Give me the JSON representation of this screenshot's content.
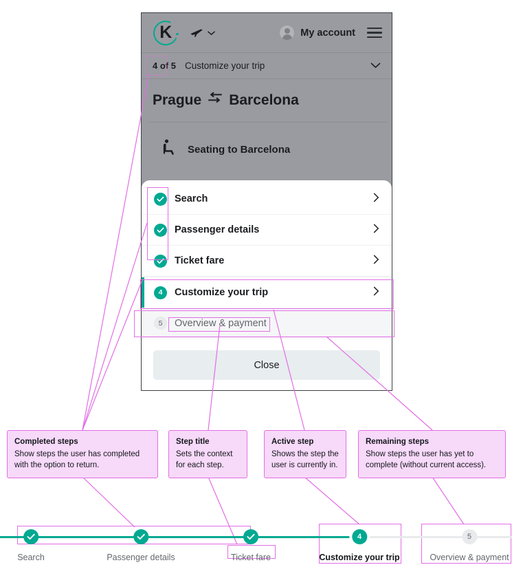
{
  "phone": {
    "navbar": {
      "logo_letter": "K",
      "logo_icon": "kiwi-logo",
      "mode_selector_icon": "plane-icon",
      "mode_selector_chevron_icon": "chevron-down-icon",
      "avatar_icon": "avatar-icon",
      "account_label": "My account",
      "menu_icon": "hamburger-menu-icon"
    },
    "step_header": {
      "count": "4 of 5",
      "title": "Customize your trip",
      "chevron_icon": "chevron-down-icon"
    },
    "trip": {
      "origin": "Prague",
      "swap_icon": "two-way-arrows-icon",
      "destination": "Barcelona",
      "full": "Prague ⇆ Barcelona"
    },
    "seating": {
      "icon": "seat-icon",
      "label": "Seating to Barcelona"
    },
    "sheet": {
      "steps": [
        {
          "state": "completed",
          "marker": "check-icon",
          "label": "Search",
          "chevron": "chevron-right-icon"
        },
        {
          "state": "completed",
          "marker": "check-icon",
          "label": "Passenger details",
          "chevron": "chevron-right-icon"
        },
        {
          "state": "completed",
          "marker": "check-icon",
          "label": "Ticket fare",
          "chevron": "chevron-right-icon"
        },
        {
          "state": "active",
          "marker": "4",
          "label": "Customize your trip",
          "chevron": "chevron-right-icon"
        },
        {
          "state": "remaining",
          "marker": "5",
          "label": "Overview & payment",
          "chevron": ""
        }
      ],
      "close_label": "Close"
    }
  },
  "annotations": [
    {
      "title": "Completed steps",
      "body": "Show steps the user has completed with the option to return."
    },
    {
      "title": "Step title",
      "body": "Sets the context for each step."
    },
    {
      "title": "Active step",
      "body": "Shows the step the user is currently in."
    },
    {
      "title": "Remaining steps",
      "body": "Show steps the user has yet to complete (without current access)."
    }
  ],
  "stepper": {
    "nodes": [
      {
        "state": "completed",
        "marker": "check-icon",
        "label": "Search"
      },
      {
        "state": "completed",
        "marker": "check-icon",
        "label": "Passenger details"
      },
      {
        "state": "completed",
        "marker": "check-icon",
        "label": "Ticket fare"
      },
      {
        "state": "active",
        "marker": "4",
        "label": "Customize your trip"
      },
      {
        "state": "remaining",
        "marker": "5",
        "label": "Overview & payment"
      }
    ]
  },
  "colors": {
    "brand_green": "#00a991",
    "annotation_fill": "#f7d9f9",
    "annotation_border": "#e26ee5",
    "text_dark": "#1b1c1f",
    "text_muted": "#63676d",
    "remaining_row_bg": "#f5f6f7",
    "close_button_bg": "#e8edef",
    "overlay_grey": "#9a9ba0"
  }
}
